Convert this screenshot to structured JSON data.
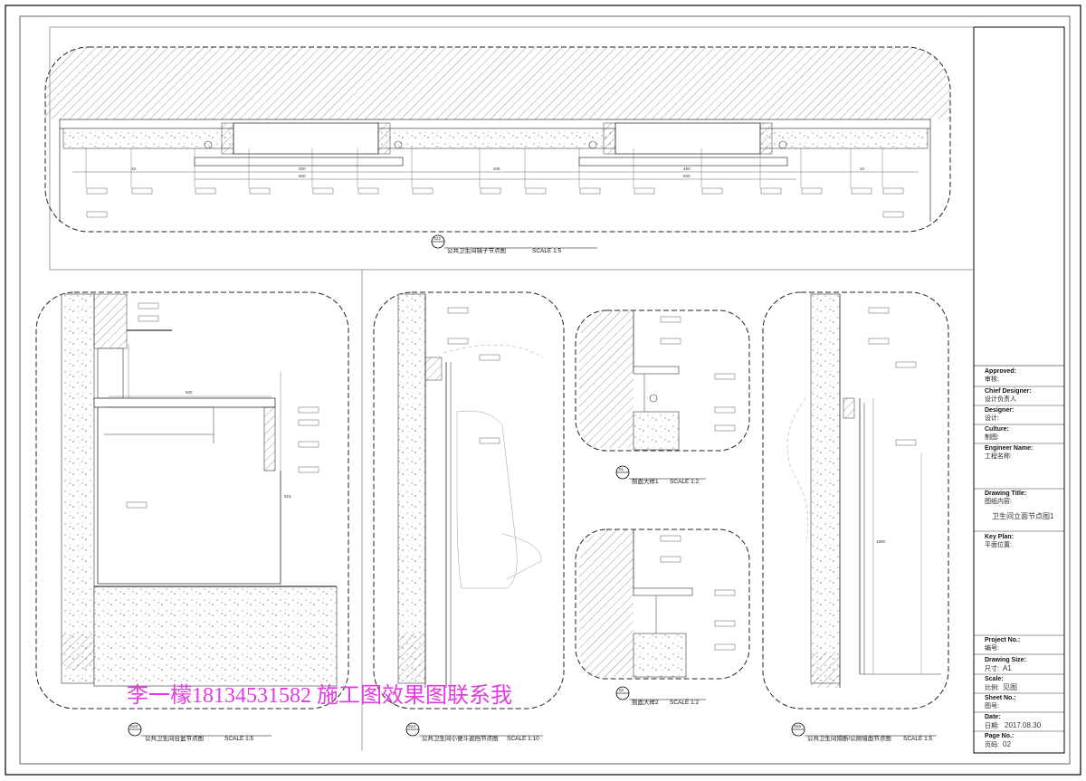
{
  "title_block": {
    "approved_label": "Approved:",
    "approved_cn": "审核:",
    "chief_designer_label": "Chief Designer:",
    "chief_designer_cn": "设计负责人",
    "designer_label": "Designer:",
    "designer_cn": "设计:",
    "culture_label": "Culture:",
    "culture_cn": "制图:",
    "engineer_label": "Engineer Name:",
    "engineer_cn": "工程名称:",
    "drawing_title_label": "Drawing Title:",
    "drawing_title_cn": "图纸内容:",
    "drawing_title_value": "卫生间立面节点图1",
    "key_plan_label": "Key Plan:",
    "key_plan_cn": "平面位置:",
    "project_no_label": "Project No.:",
    "project_no_cn": "编号:",
    "drawing_size_label": "Drawing Size:",
    "drawing_size_cn": "尺寸:",
    "drawing_size_value": "A1",
    "scale_label": "Scale:",
    "scale_cn": "比例:",
    "scale_value": "见图",
    "sheet_no_label": "Sheet No.:",
    "sheet_no_cn": "图号:",
    "date_label": "Date:",
    "date_cn": "日期:",
    "date_value": "2017.08.30",
    "page_no_label": "Page No.:",
    "page_no_cn": "页码:",
    "page_no_value": "02"
  },
  "details": [
    {
      "id": "S22",
      "caption": "公共卫生间镜子节点图",
      "scale": "SCALE 1:5"
    },
    {
      "id": "S23",
      "caption": "公共卫生间台盆节点图",
      "scale": "SCALE 1:5"
    },
    {
      "id": "S24",
      "caption": "公共卫生间小便斗遮挡节点图",
      "scale": "SCALE 1:10"
    },
    {
      "id": "01",
      "caption": "剖面大样1",
      "scale": "SCALE 1:2"
    },
    {
      "id": "02",
      "caption": "剖面大样2",
      "scale": "SCALE 1:2"
    },
    {
      "id": "S25",
      "caption": "公共卫生间隔断/公厕墙面节点图",
      "scale": "SCALE 1:5"
    }
  ],
  "watermark": "李一檬18134531582  施工图效果图联系我"
}
